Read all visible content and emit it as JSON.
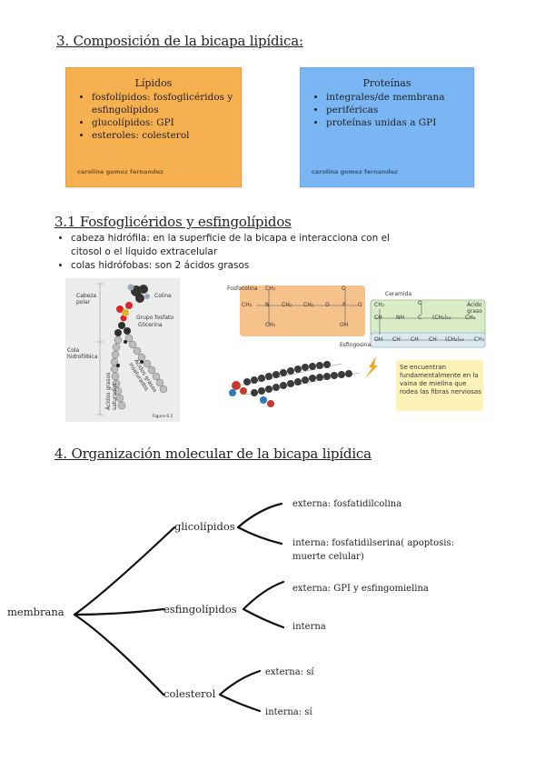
{
  "section3": {
    "heading": "3. Composición de la bicapa lipídica:",
    "lipids_box": {
      "title": "Lípidos",
      "items": [
        "fosfolípidos: fosfoglicéridos y esfingolípidos",
        "glucolípidos: GPI",
        "esteroles: colesterol"
      ],
      "author": "carolina gomez fernandez",
      "color": "#f6b04f"
    },
    "proteins_box": {
      "title": "Proteínas",
      "items": [
        "integrales/de membrana",
        "periféricas",
        "proteínas unidas a GPI"
      ],
      "author": "carolina gomez fernandez",
      "color": "#79b6f3"
    }
  },
  "section31": {
    "heading": "3.1 Fosfoglicéridos y esfingolípidos",
    "bullets": [
      "cabeza hidrófila: en la superficie de la bicapa e interacciona con el citosol o el líquido extracelular",
      "colas hidrófobas: son 2 ácidos grasos"
    ],
    "figure_left": {
      "labels": [
        "Cabeza polar",
        "Colina",
        "Grupo fosfato",
        "Glicerina",
        "Ácidos grasos insaturados",
        "Cola hidrofóbica",
        "Ácidos grasos saturados",
        "Figura 6.5"
      ]
    },
    "figure_right": {
      "labels": [
        "Fosfocolina",
        "Ceramida",
        "Ácido graso",
        "Esfingosina"
      ],
      "formula_tokens": {
        "ch3": "CH₃",
        "n": "N",
        "ch2": "CH₂",
        "o": "O",
        "p": "P",
        "oh": "OH",
        "ch": "CH",
        "nh": "NH",
        "c": "C",
        "ch2n": "(CH₂)₁₂",
        "ch2n2": "(CH₂)₁₆"
      },
      "note": "Se encuentran fundamentalmente en la vaina de mielina que rodea las fibras nerviosas"
    }
  },
  "section4": {
    "heading": "4. Organización molecular de la bicapa lipídica",
    "root": "membrana",
    "branches": [
      {
        "label": "glicolípidos",
        "externa": "externa: fosfatidilcolina",
        "interna": "interna: fosfatidilserina( apoptosis: muerte celular)"
      },
      {
        "label": "esfingolípidos",
        "externa": "externa: GPI y esfingomielina",
        "interna": "interna"
      },
      {
        "label": "colesterol",
        "externa": "externa: sí",
        "interna": "interna: sí"
      }
    ]
  }
}
